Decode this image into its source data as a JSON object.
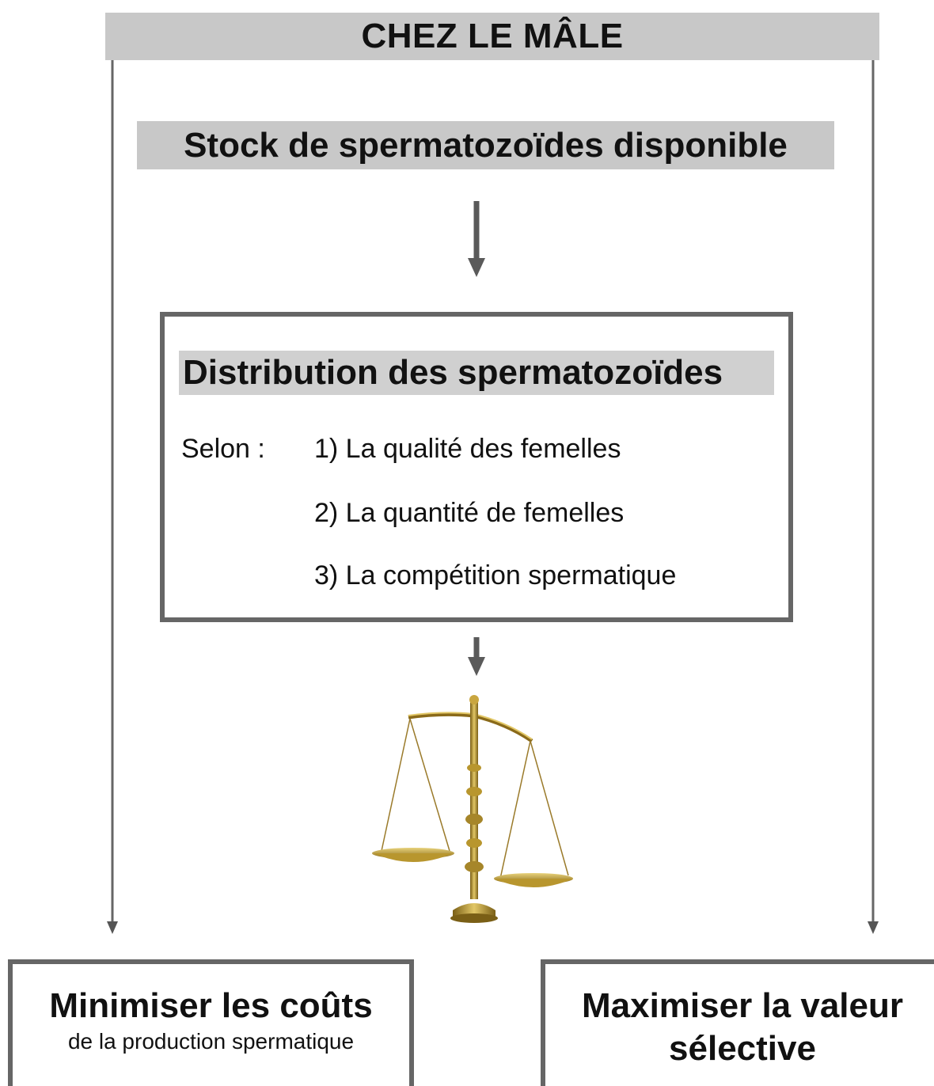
{
  "header": {
    "title": "CHEZ LE MÂLE"
  },
  "stock": {
    "label": "Stock de spermatozoïdes disponible"
  },
  "distribution": {
    "title": "Distribution des spermatozoïdes",
    "selon_label": "Selon :",
    "criteria": [
      "1) La qualité des femelles",
      "2) La quantité de femelles",
      "3) La compétition spermatique"
    ]
  },
  "balance_icon": "balance-scale-icon",
  "outcomes": {
    "left": {
      "title": "Minimiser les coûts",
      "subtitle": "de la production spermatique"
    },
    "right": {
      "title_line1": "Maximiser la valeur",
      "title_line2": "sélective"
    }
  },
  "colors": {
    "label_background": "#c8c8c8",
    "box_border": "#666666",
    "arrow": "#555555",
    "brass": "#b8962e"
  }
}
